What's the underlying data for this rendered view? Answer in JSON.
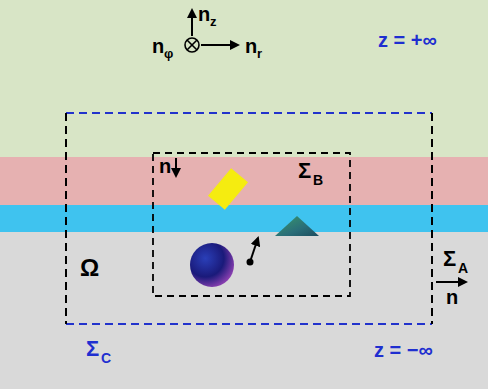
{
  "diagram": {
    "labels": [
      "n",
      "z",
      "n",
      "φ",
      "n",
      "r",
      "z = +∞",
      "Σ",
      "B",
      "n",
      "Σ",
      "A",
      "n",
      "Ω",
      "Σ",
      "C",
      "z = −∞"
    ]
  }
}
